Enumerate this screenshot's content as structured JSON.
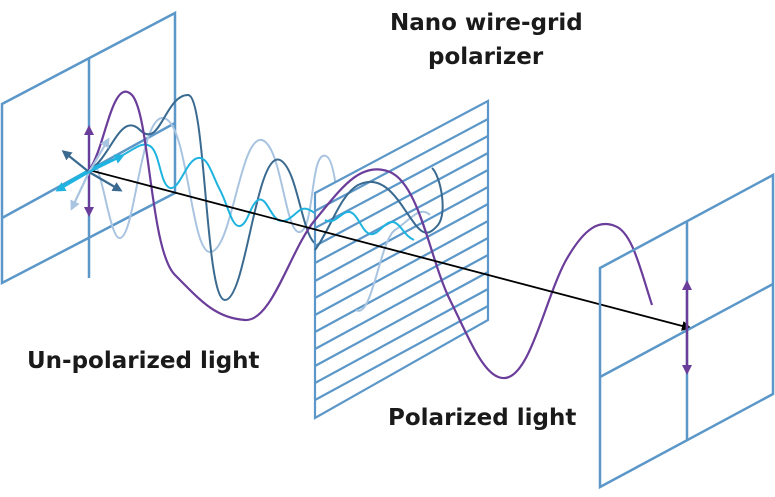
{
  "diagram": {
    "polarizer_label_line1": "Nano wire-grid",
    "polarizer_label_line2": "polarizer",
    "unpolarized_label": "Un-polarized light",
    "polarized_label": "Polarized light"
  },
  "colors": {
    "frame": "#5b97c8",
    "wave_purple": "#6a3d9a",
    "wave_dark_blue": "#3a6a90",
    "wave_light_blue": "#a9c4e0",
    "wave_cyan": "#1fb3e0",
    "axis": "#000000",
    "arrow_purple": "#6a3d9a"
  }
}
